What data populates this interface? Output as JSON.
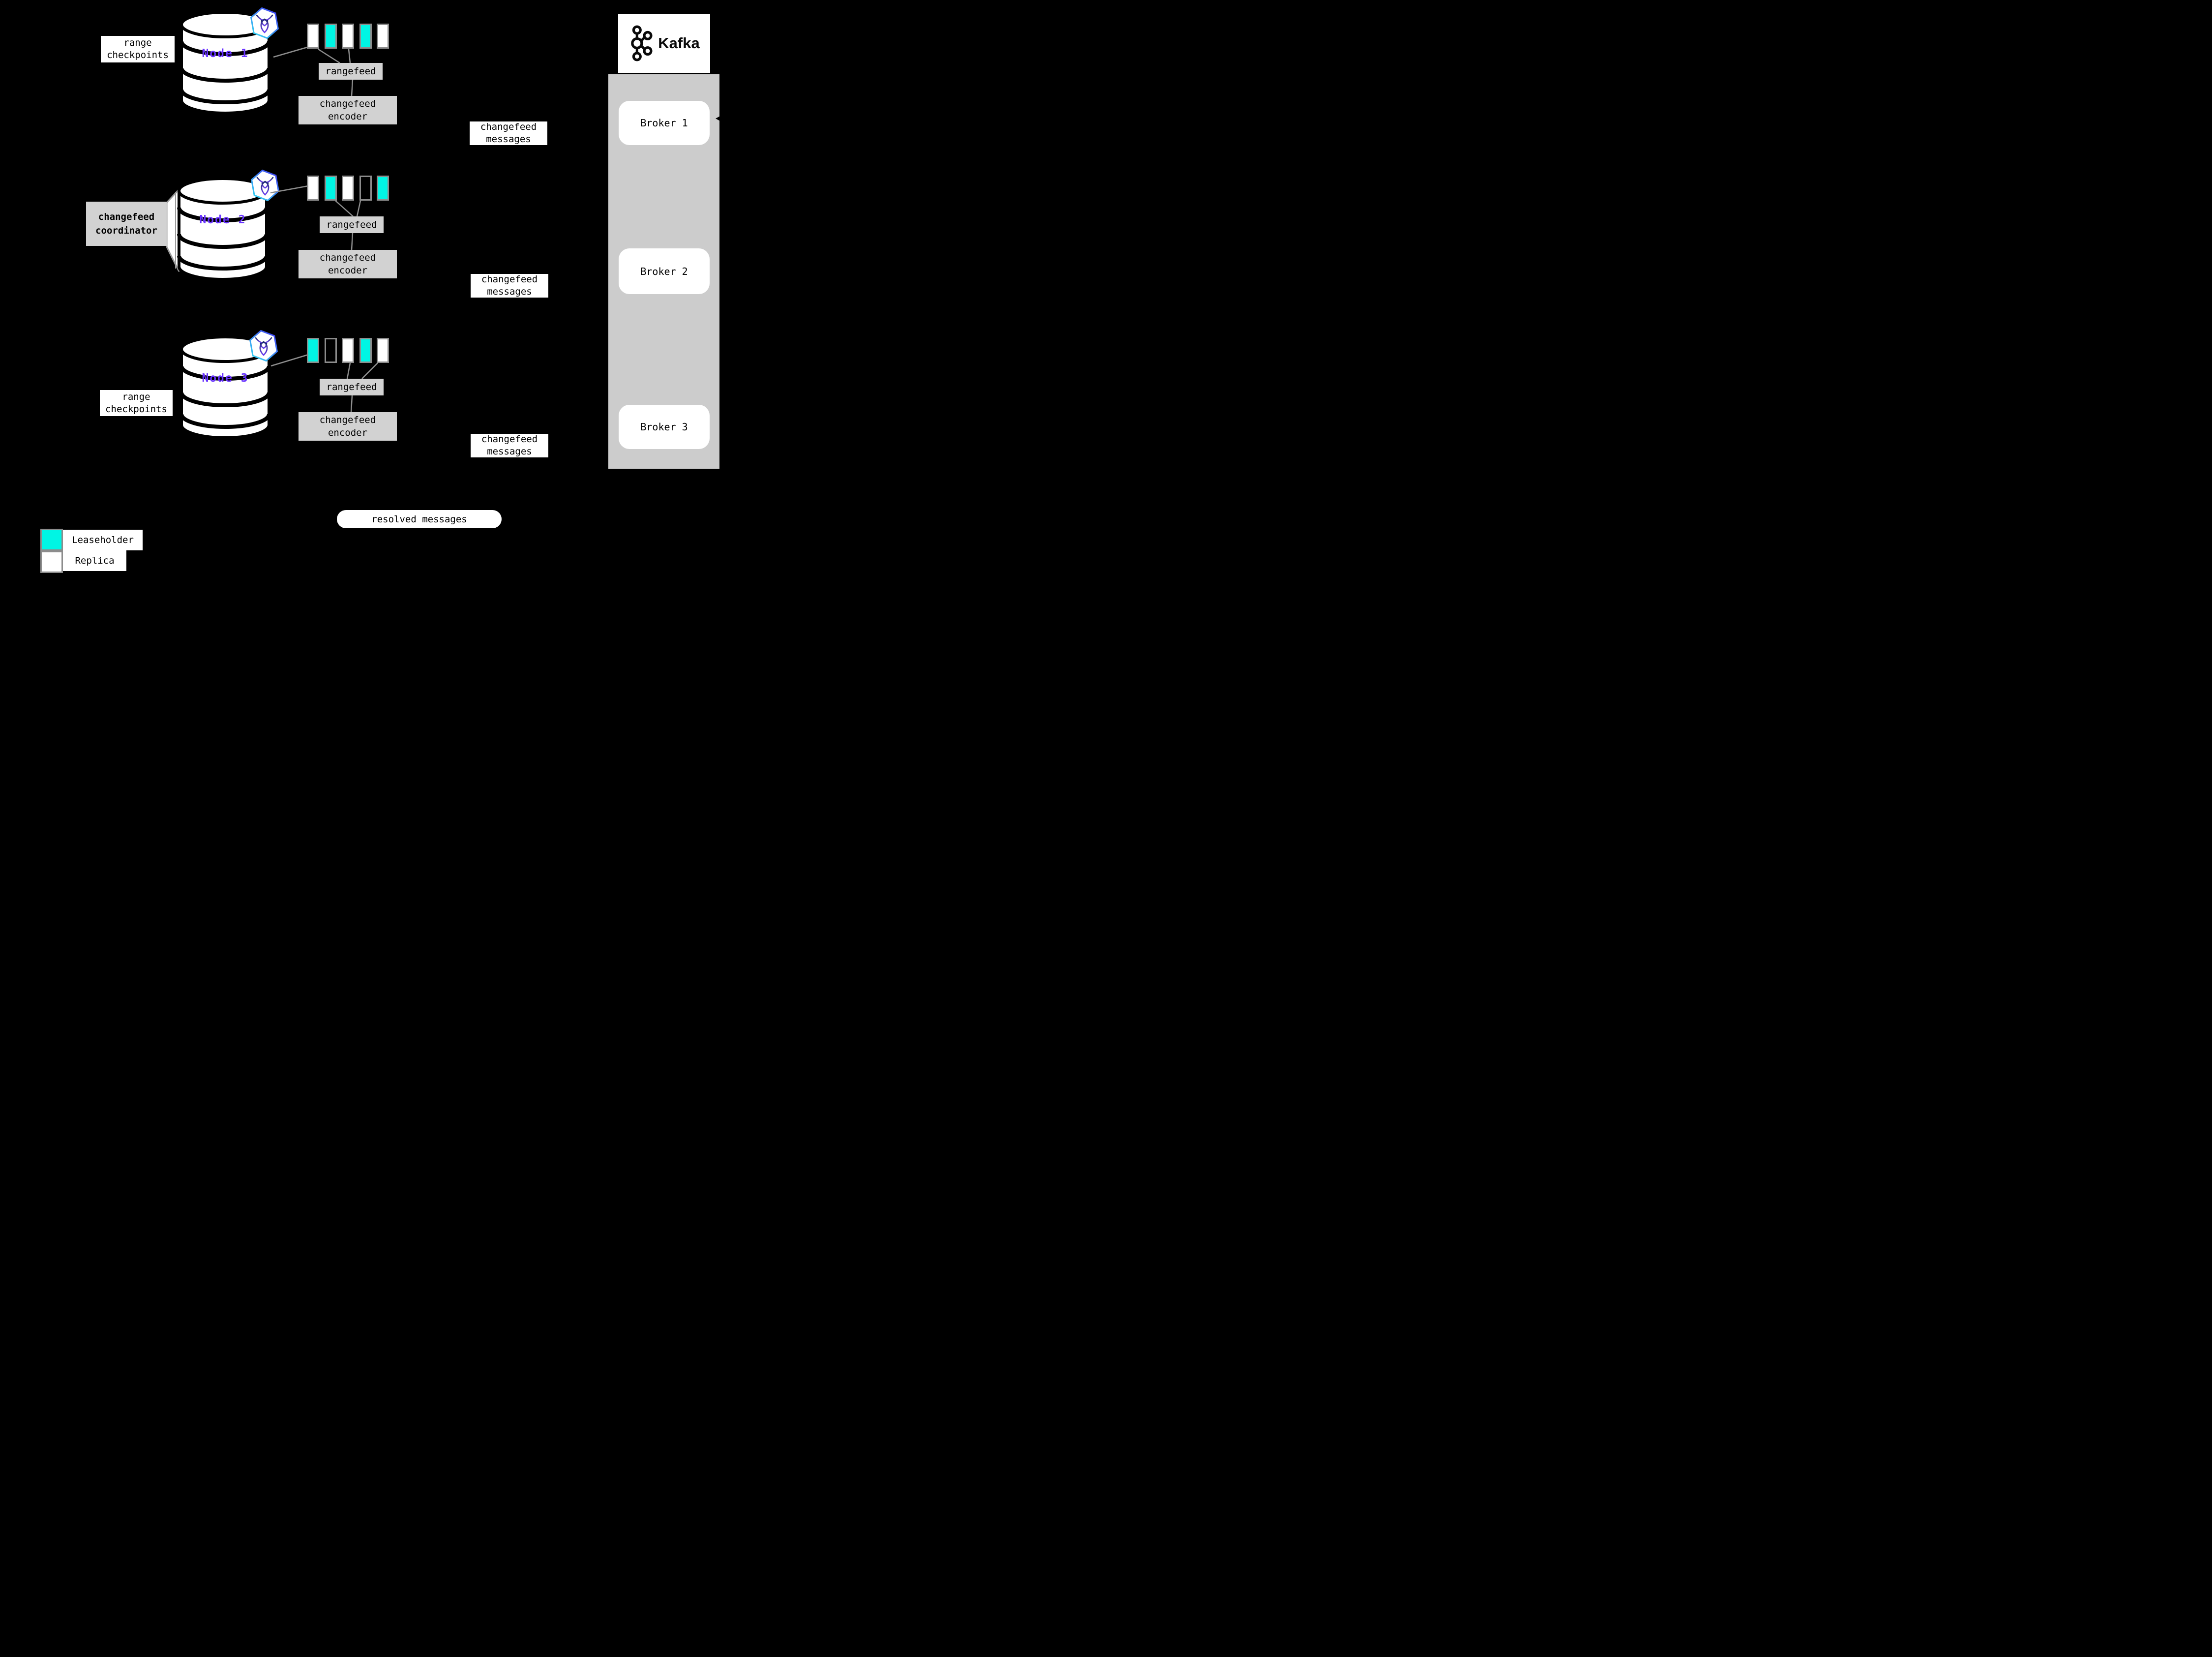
{
  "diagram": {
    "nodes": [
      {
        "name": "Node 1",
        "ranges": [
          "replica",
          "leaseholder",
          "replica",
          "leaseholder",
          "replica"
        ]
      },
      {
        "name": "Node 2",
        "ranges": [
          "replica",
          "leaseholder",
          "replica",
          "outline",
          "leaseholder"
        ]
      },
      {
        "name": "Node 3",
        "ranges": [
          "leaseholder",
          "outline",
          "replica",
          "leaseholder",
          "replica"
        ]
      }
    ],
    "rangefeed_label": "rangefeed",
    "encoder": {
      "line1": "changefeed",
      "line2": "encoder"
    },
    "messages": {
      "line1": "changefeed",
      "line2": "messages"
    },
    "coordinator": {
      "line1": "changefeed",
      "line2": "coordinator"
    },
    "checkpoints": {
      "line1": "range",
      "line2": "checkpoints"
    },
    "resolved_label": "resolved messages",
    "kafka": {
      "title": "Kafka",
      "brokers": [
        "Broker 1",
        "Broker 2",
        "Broker 3"
      ]
    },
    "legend": [
      {
        "type": "leaseholder",
        "label": "Leaseholder"
      },
      {
        "type": "replica",
        "label": "Replica"
      }
    ],
    "colors": {
      "leaseholder": "#00f5e4",
      "replica": "#ffffff",
      "panel": "#cccccc",
      "box": "#d2d2d2",
      "node-label": "#6933ff",
      "line": "#8e8e8e",
      "swatch-border": "#8c8c8c"
    }
  }
}
